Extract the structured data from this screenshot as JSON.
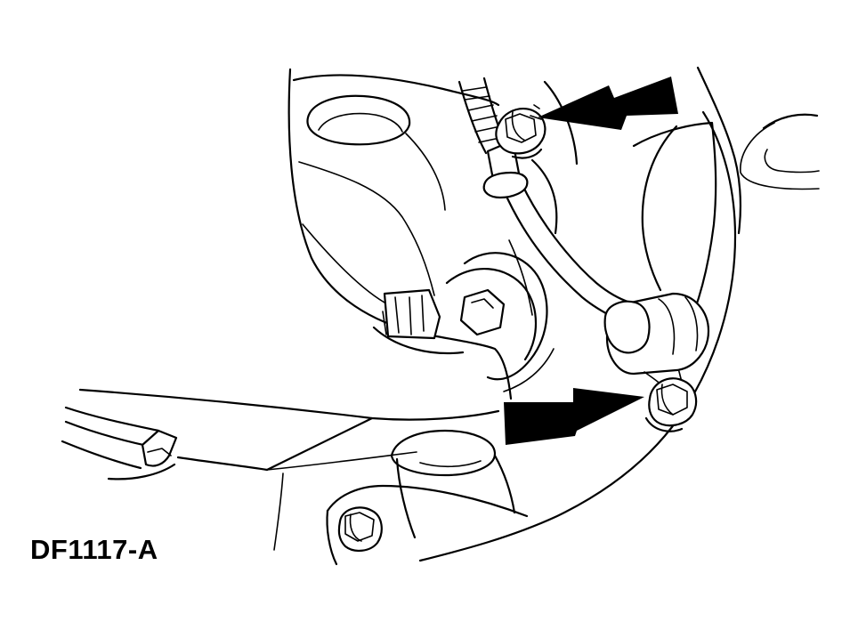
{
  "figure": {
    "id_label": "DF1117-A",
    "colors": {
      "ink": "#000000",
      "paper": "#ffffff"
    },
    "callouts": [
      {
        "icon": "arrow-icon",
        "points_to": "upper-bolt"
      },
      {
        "icon": "arrow-icon",
        "points_to": "lower-bolt"
      }
    ]
  }
}
